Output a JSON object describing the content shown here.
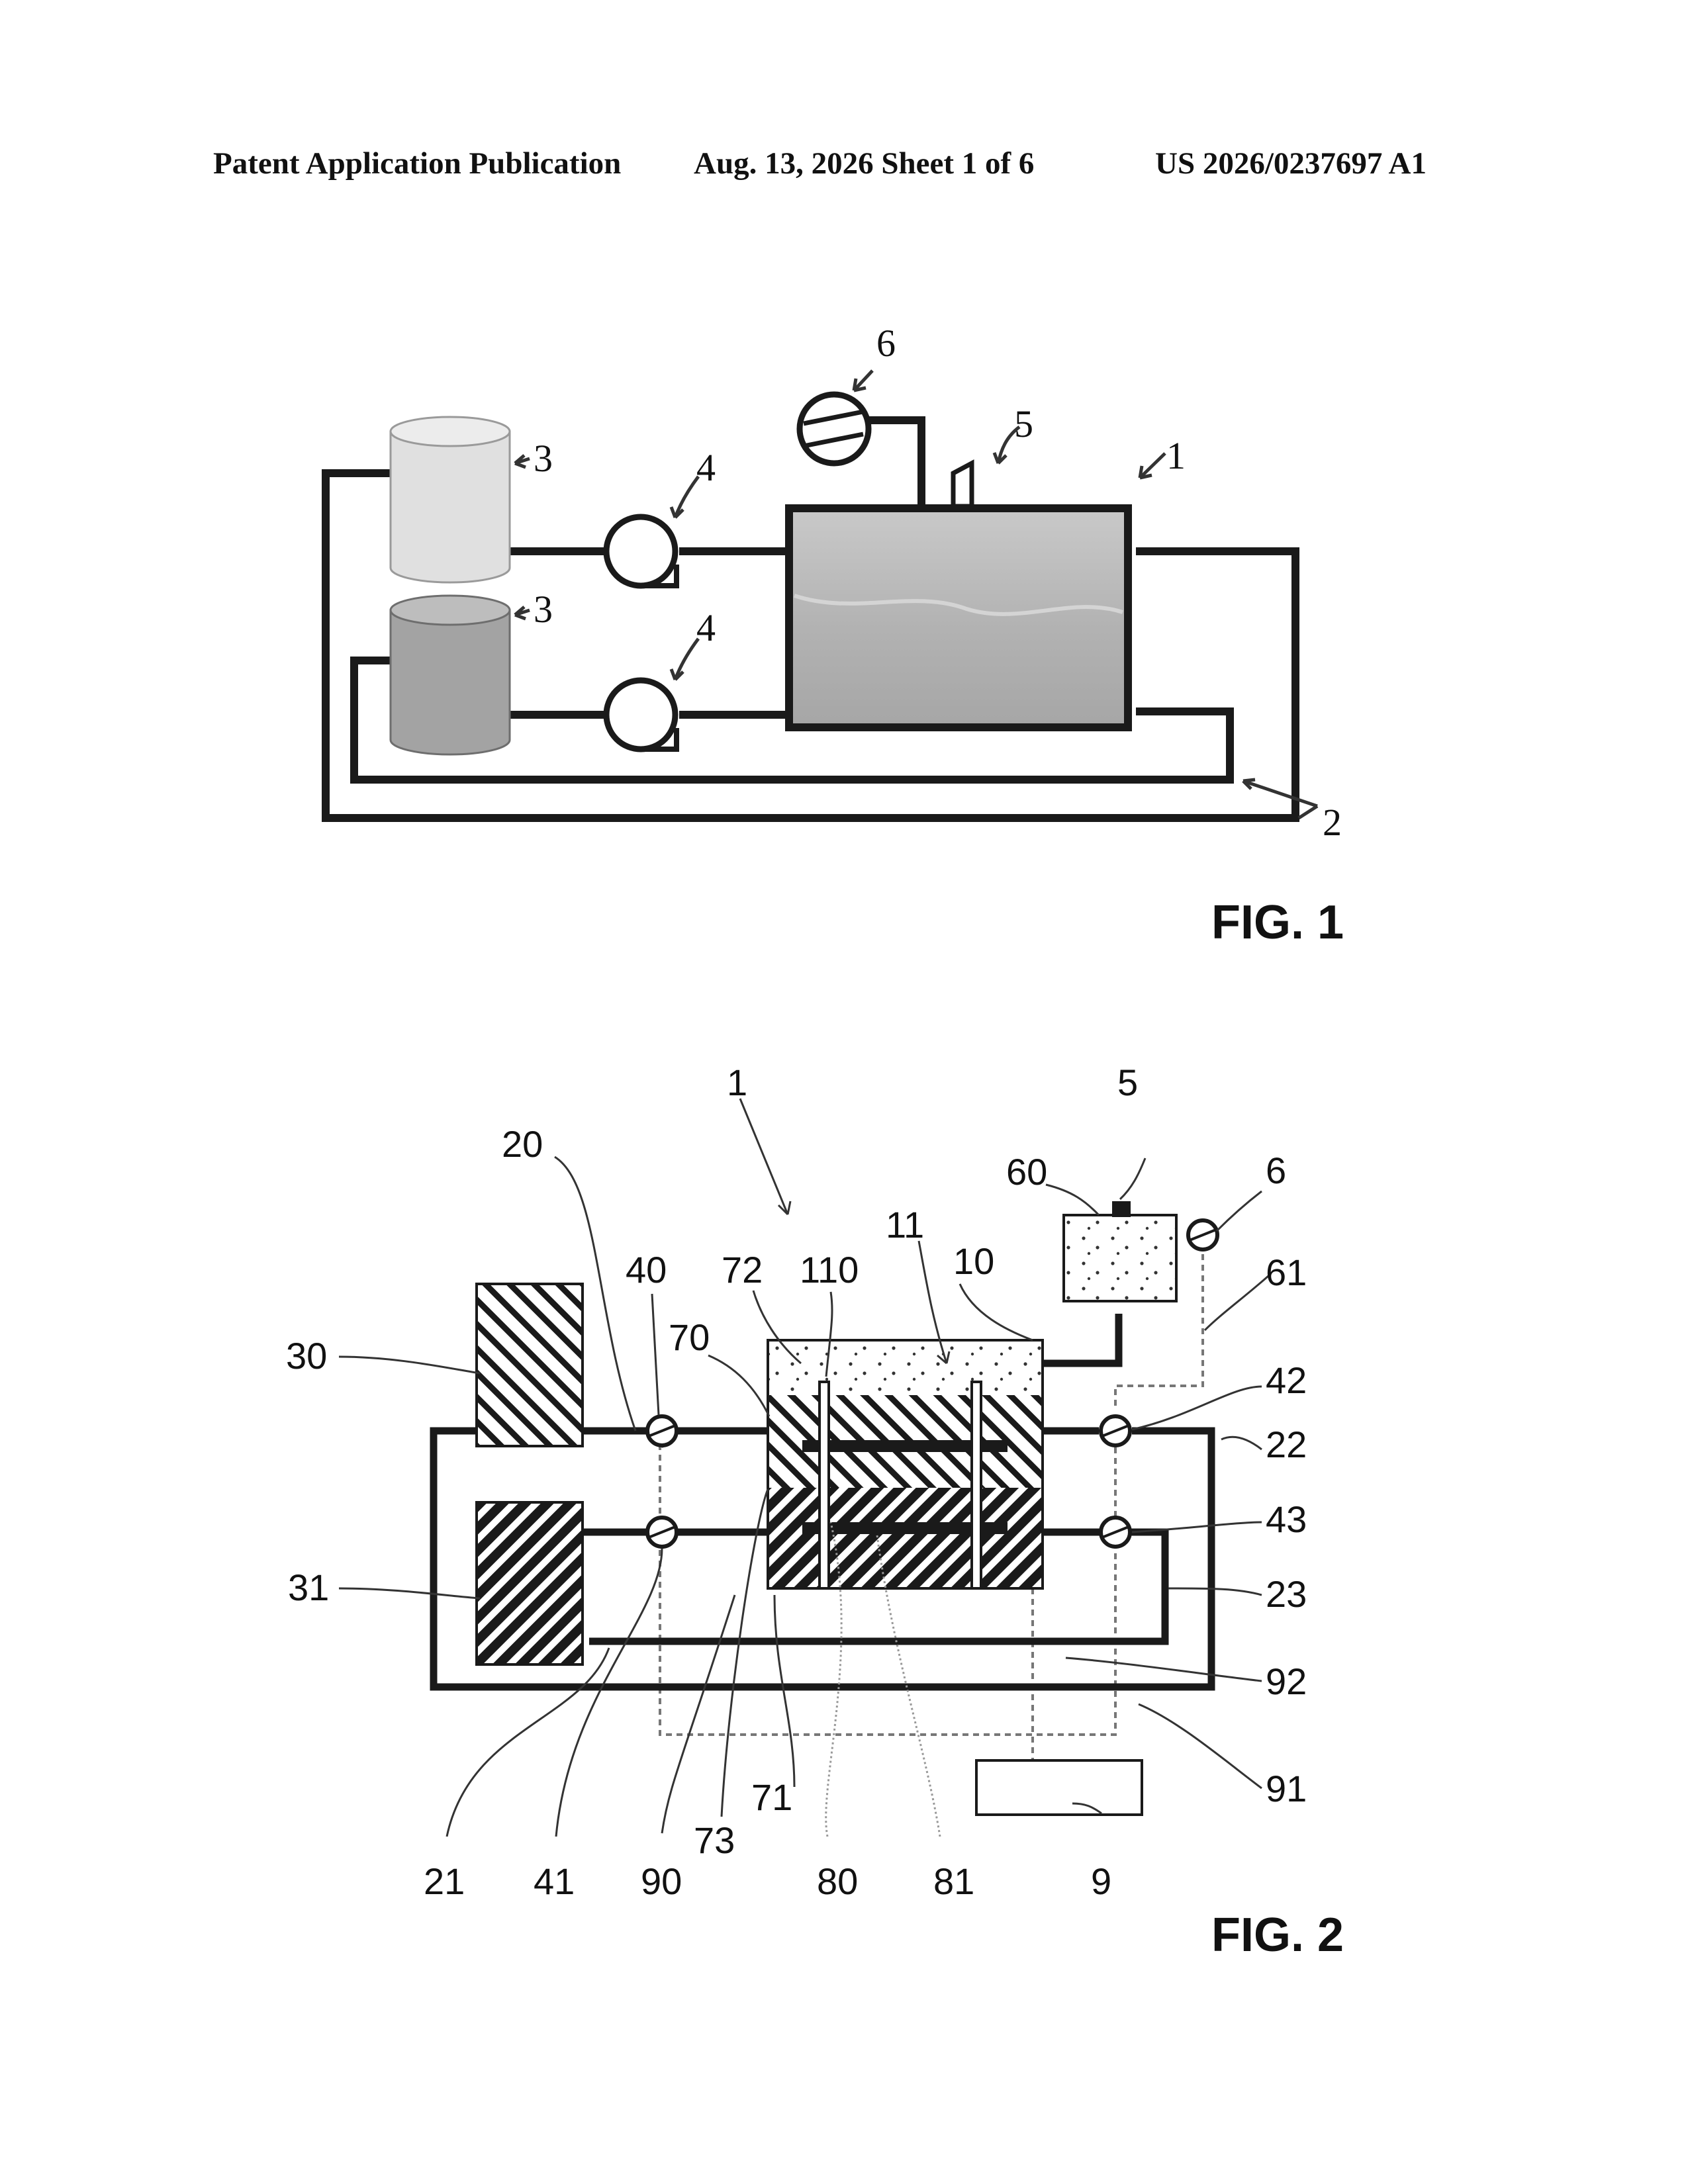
{
  "header": {
    "left": "Patent Application Publication",
    "middle": "Aug. 13, 2026  Sheet 1 of 6",
    "right": "US 2026/0237697 A1"
  },
  "fig1": {
    "caption": "FIG. 1",
    "labels": {
      "tank": "1",
      "lines": "2",
      "reservoir_top": "3",
      "reservoir_bottom": "3",
      "pump_top": "4",
      "pump_bottom": "4",
      "port": "5",
      "vacuum_pump": "6"
    }
  },
  "fig2": {
    "caption": "FIG. 2",
    "labels": {
      "l1": "1",
      "l5": "5",
      "l6": "6",
      "l9": "9",
      "l10": "10",
      "l11": "11",
      "l20": "20",
      "l21": "21",
      "l22": "22",
      "l23": "23",
      "l30": "30",
      "l31": "31",
      "l40": "40",
      "l41": "41",
      "l42": "42",
      "l43": "43",
      "l60": "60",
      "l61": "61",
      "l70": "70",
      "l71": "71",
      "l72": "72",
      "l73": "73",
      "l80": "80",
      "l81": "81",
      "l90": "90",
      "l91": "91",
      "l92": "92",
      "l110": "110"
    }
  }
}
